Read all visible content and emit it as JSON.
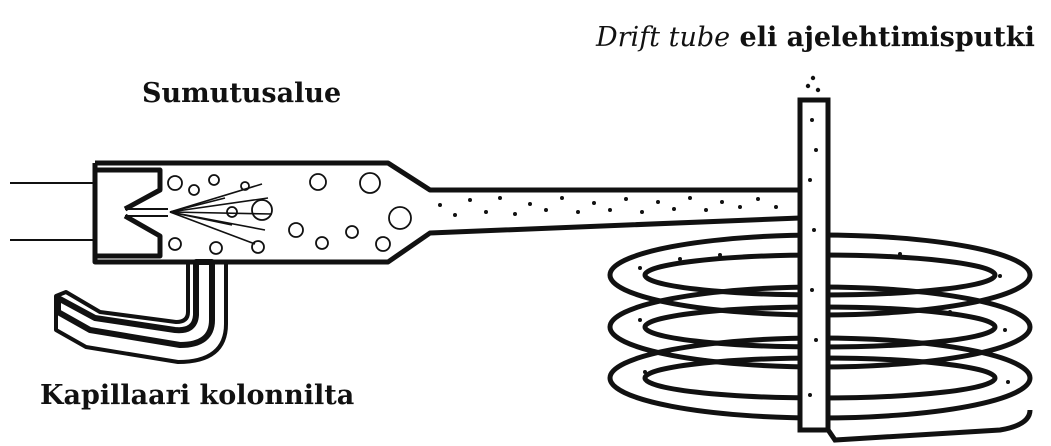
{
  "labels": {
    "nebulization_zone": "Sumutusalue",
    "capillary": "Kapillaari kolonnilta",
    "drift_tube_italic": "Drift tube",
    "drift_tube_rest": " eli ajelehtimisputki"
  },
  "colors": {
    "ink": "#111111",
    "background": "#ffffff"
  }
}
